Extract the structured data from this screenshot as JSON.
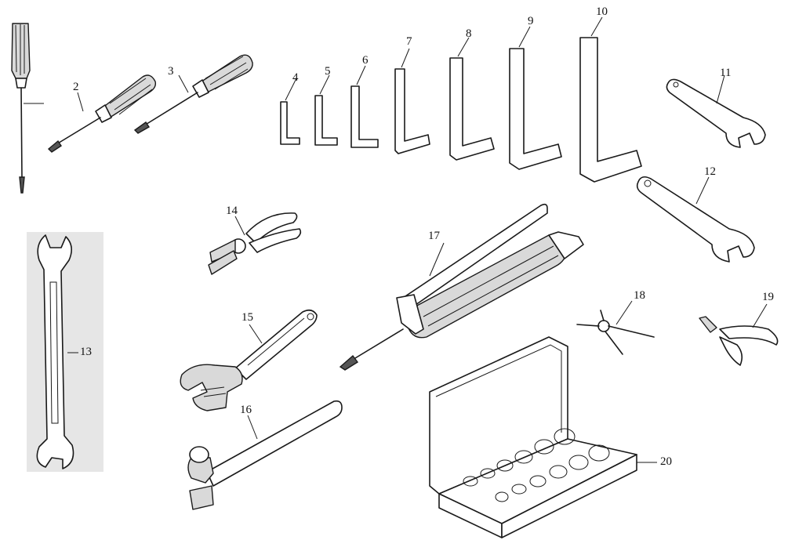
{
  "callouts": [
    {
      "id": "2",
      "text": "2"
    },
    {
      "id": "3",
      "text": "3"
    },
    {
      "id": "4",
      "text": "4"
    },
    {
      "id": "5",
      "text": "5"
    },
    {
      "id": "6",
      "text": "6"
    },
    {
      "id": "7",
      "text": "7"
    },
    {
      "id": "8",
      "text": "8"
    },
    {
      "id": "9",
      "text": "9"
    },
    {
      "id": "10",
      "text": "10"
    },
    {
      "id": "11",
      "text": "11"
    },
    {
      "id": "12",
      "text": "12"
    },
    {
      "id": "13",
      "text": "13"
    },
    {
      "id": "14",
      "text": "14"
    },
    {
      "id": "15",
      "text": "15"
    },
    {
      "id": "16",
      "text": "16"
    },
    {
      "id": "17",
      "text": "17"
    },
    {
      "id": "18",
      "text": "18"
    },
    {
      "id": "19",
      "text": "19"
    },
    {
      "id": "20",
      "text": "20"
    }
  ],
  "colors": {
    "line": "#1a1a1a",
    "background": "#ffffff",
    "shade": "#d9d9d9",
    "panel_13": "#e6e6e6"
  }
}
